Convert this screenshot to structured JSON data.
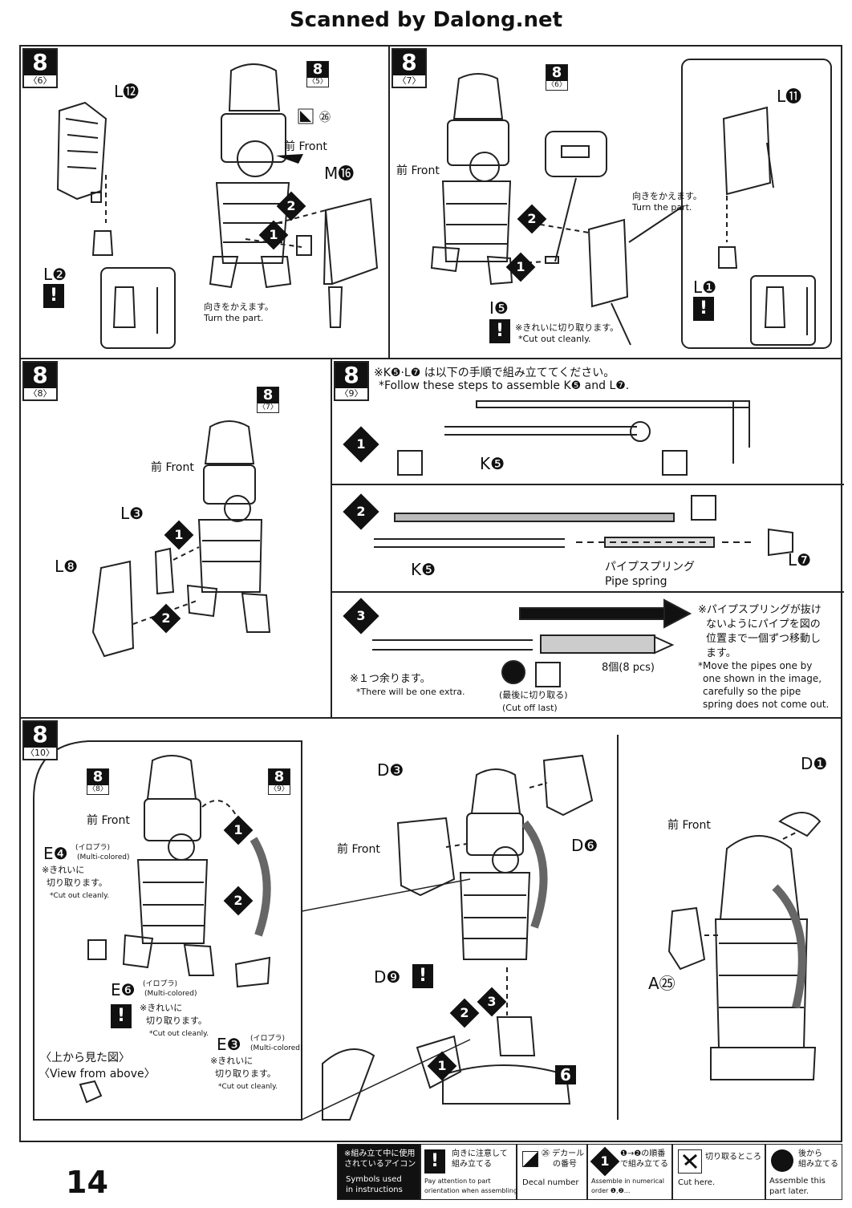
{
  "header": {
    "scan_credit": "Scanned by Dalong.net"
  },
  "page_number": "14",
  "common": {
    "front_label": "前 Front",
    "turn_jp": "向きをかえます。",
    "turn_en": "Turn the part.",
    "cut_jp": "きれいに切り取ります。",
    "cut_en": "*Cut out cleanly.",
    "warn_mark": "!"
  },
  "panels": {
    "p6": {
      "step": "8",
      "sub": "〈6〉",
      "ref_num": "8",
      "ref_sub": "〈5〉",
      "parts": {
        "top": "L⓬",
        "bottom": "L❷",
        "body": "M⓰"
      },
      "decal": "㉖"
    },
    "p7": {
      "step": "8",
      "sub": "〈7〉",
      "ref_num": "8",
      "ref_sub": "〈6〉",
      "parts": {
        "top": "L⓫",
        "bottom": "L❶",
        "pin": "I❺"
      },
      "turn_jp": "向きをかえます。",
      "turn_en": "Turn the part.",
      "cut_jp": "※きれいに切り取ります。",
      "cut_en": "*Cut out cleanly."
    },
    "p8": {
      "step": "8",
      "sub": "〈8〉",
      "ref_num": "8",
      "ref_sub": "〈7〉",
      "parts": {
        "a": "L❸",
        "b": "L❽"
      }
    },
    "p9": {
      "step": "8",
      "sub": "〈9〉",
      "intro_jp": "※K❺·L❼ は以下の手順で組み立ててください。",
      "intro_en": "*Follow these steps to assemble K❺ and L❼.",
      "k5": "K❺",
      "l7": "L❼",
      "spring_jp": "パイプスプリング",
      "spring_en": "Pipe spring",
      "extra_jp": "※１つ余ります。",
      "extra_en": "*There will be one extra.",
      "cut_last_jp": "(最後に切り取る)",
      "cut_last_en": "(Cut off last)",
      "count": "8個(8 pcs)",
      "note_jp": [
        "※パイプスプリングが抜け",
        "ないようにパイプを図の",
        "位置まで一個ずつ移動し",
        "ます。"
      ],
      "note_en": [
        "*Move the pipes one by",
        "one shown in the image,",
        "carefully so the pipe",
        "spring does not come out."
      ],
      "steps": [
        "1",
        "2",
        "3"
      ]
    },
    "p10": {
      "step": "8",
      "sub": "〈10〉",
      "ref_a": "〈8〉",
      "ref_b": "〈9〉",
      "e4": "E❹",
      "e6": "E❻",
      "e3": "E❸",
      "multi_jp": "(イロプラ)",
      "multi_en": "(Multi-colored)",
      "cut_jp": "※きれいに",
      "cut_jp2": "切り取ります。",
      "cut_en": "*Cut out cleanly.",
      "view_jp": "〈上から見た図〉",
      "view_en": "〈View from above〉",
      "d3": "D❸",
      "d6": "D❻",
      "d9": "D❾",
      "d1": "D❶",
      "a25": "A㉕",
      "part6": "6"
    }
  },
  "legend": {
    "title_jp": [
      "※組み立て中に使用",
      "されているアイコン"
    ],
    "title_en": [
      "Symbols used",
      "in instructions"
    ],
    "items": [
      {
        "jp": [
          "向きに注意して",
          "組み立てる"
        ],
        "en": [
          "Pay attention to part",
          "orientation when assembling."
        ]
      },
      {
        "jp": [
          "㉖ デカール",
          "の番号"
        ],
        "en": [
          "Decal number"
        ]
      },
      {
        "jp": [
          "❶→❷の順番",
          "で組み立てる"
        ],
        "en": [
          "Assemble in numerical",
          "order ❶,❷..."
        ]
      },
      {
        "jp": [
          "切り取るところ"
        ],
        "en": [
          "Cut here."
        ]
      },
      {
        "jp": [
          "後から",
          "組み立てる"
        ],
        "en": [
          "Assemble this",
          "part later."
        ]
      }
    ]
  }
}
